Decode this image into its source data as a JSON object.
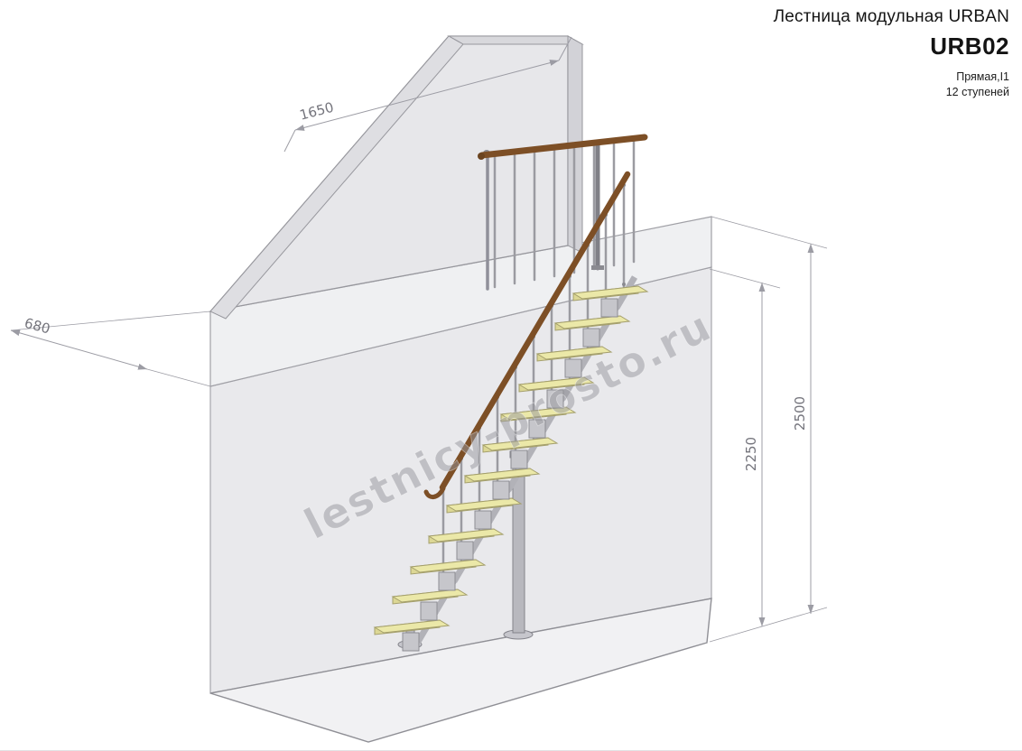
{
  "title_block": {
    "series": "Лестница модульная URBAN",
    "model": "URB02",
    "type": "Прямая,I1",
    "steps_count": "12 ступеней"
  },
  "dimensions": {
    "wall_width": "1650",
    "landing_depth": "680",
    "floor_to_ceiling": "2250",
    "floor_to_landing_top": "2500"
  },
  "watermark": "lestnicy-prosto.ru",
  "drawing": {
    "steps_total": 12,
    "colors": {
      "tread": "#ebe8a8",
      "tread_front": "#dcd795",
      "metal": "#c6c6cb",
      "handrail": "#7d4f26",
      "wall_fill": "#e7e7ea",
      "interior_fill": "#e9e9ec",
      "floor_fill": "#f1f1f3",
      "outline": "#9a9aa0",
      "dimension": "#9c9ca4"
    }
  }
}
